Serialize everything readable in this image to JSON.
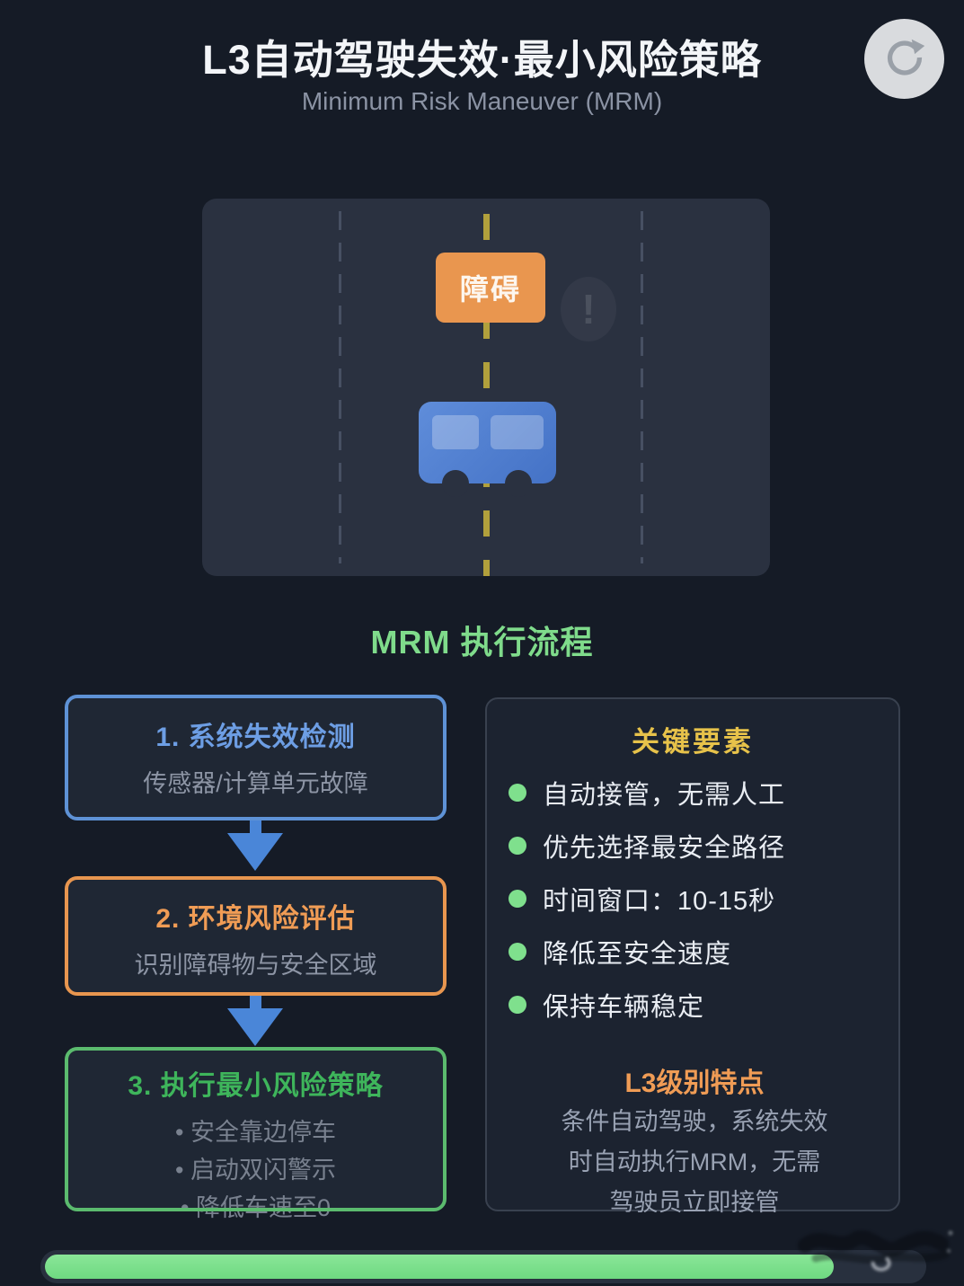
{
  "header": {
    "title": "L3自动驾驶失效·最小风险策略",
    "subtitle": "Minimum Risk Maneuver (MRM)",
    "refresh_icon": "refresh-circular-arrow"
  },
  "road_diagram": {
    "obstacle_label": "障碍",
    "warning_glyph": "!",
    "vehicle_icon": "bus-icon",
    "lane_line_color": "#475063",
    "center_line_color": "#b1a03c",
    "road_color": "#2a3140",
    "obstacle_color": "#e9964f",
    "bus_color": "#4f7fd1"
  },
  "flow": {
    "section_title": "MRM 执行流程",
    "steps": [
      {
        "title": "1. 系统失效检测",
        "subtitle": "传感器/计算单元故障",
        "accent": "#5e92d6"
      },
      {
        "title": "2. 环境风险评估",
        "subtitle": "识别障碍物与安全区域",
        "accent": "#e8964f"
      },
      {
        "title": "3. 执行最小风险策略",
        "accent": "#5bbb6e",
        "bullets": [
          "• 安全靠边停车",
          "• 启动双闪警示",
          "• 降低车速至0"
        ]
      }
    ],
    "arrow_color": "#4a86d8"
  },
  "key_panel": {
    "title": "关键要素",
    "bullets": [
      "自动接管，无需人工",
      "优先选择最安全路径",
      "时间窗口：10-15秒",
      "降低至安全速度",
      "保持车辆稳定"
    ],
    "bullet_dot_color": "#7fe08d",
    "l3_title": "L3级别特点",
    "l3_lines": [
      "条件自动驾驶，系统失效",
      "时自动执行MRM，无需",
      "驾驶员立即接管"
    ],
    "title_color": "#e7c24a",
    "l3_title_color": "#f09c55"
  },
  "progress": {
    "percent": 89,
    "fill_color": "#7ddf8d"
  }
}
